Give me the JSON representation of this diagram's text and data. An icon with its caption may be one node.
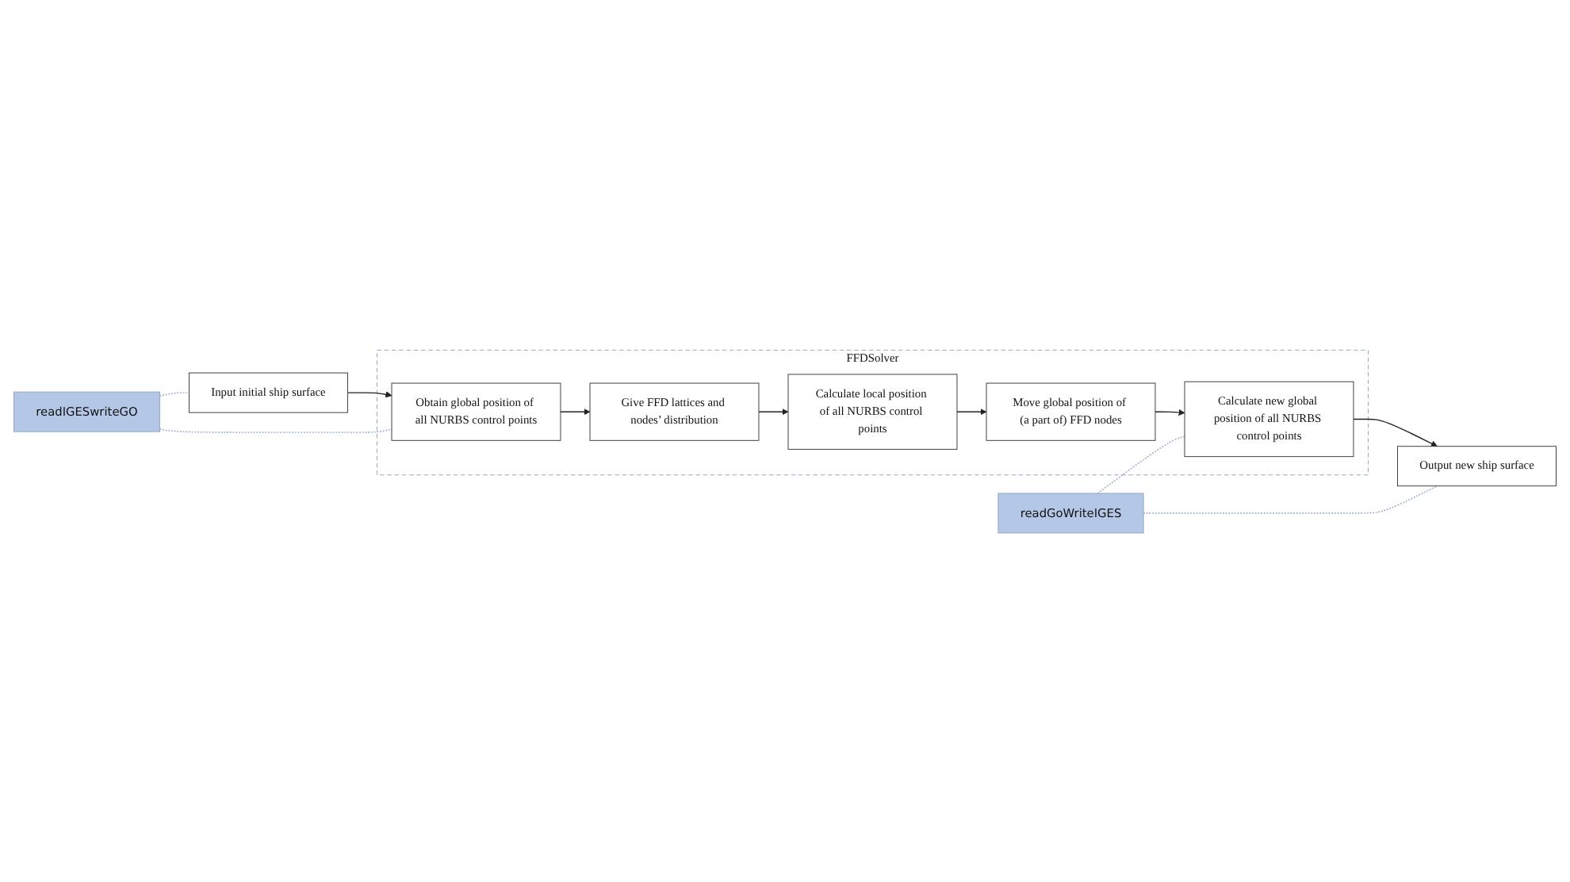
{
  "diagram": {
    "nodes": [
      {
        "text": [
          "readIGESwriteGO"
        ]
      },
      {
        "text": [
          "Input initial ship surface"
        ]
      },
      {
        "text": [
          "FFDSolver"
        ]
      },
      {
        "text": [
          "Obtain global position of all NURBS control points"
        ],
        "in": 2
      },
      {
        "text": [
          "Give FFD lattices and nodes’ distribution"
        ],
        "in": 2
      },
      {
        "text": [
          "Calculate local position of all NURBS control points"
        ],
        "in": 2
      },
      {
        "text": [
          "Move global position of (a part of) FFD nodes"
        ],
        "in": 2
      },
      {
        "text": [
          "Calculate new global position of all NURBS control points"
        ],
        "in": 2
      },
      {
        "text": [
          "Output new ship surface"
        ]
      },
      {
        "text": [
          "readGoWriteIGES"
        ]
      }
    ],
    "edges": [
      {
        "from": 1,
        "to": 3,
        "arrow": "to"
      },
      {
        "from": 3,
        "to": 4,
        "arrow": "to"
      },
      {
        "from": 4,
        "to": 5,
        "arrow": "to"
      },
      {
        "from": 5,
        "to": 6,
        "arrow": "to"
      },
      {
        "from": 6,
        "to": 7,
        "arrow": "to"
      },
      {
        "from": 7,
        "to": 8,
        "arrow": "to"
      },
      {
        "from": 0,
        "to": 1,
        "arrow": "none",
        "style": "dashed",
        "color": "#8ea3c4"
      },
      {
        "from": 0,
        "to": 3,
        "arrow": "none",
        "style": "dashed",
        "color": "#8ea3c4"
      },
      {
        "from": 9,
        "to": 8,
        "arrow": "none",
        "style": "dashed",
        "color": "#8ea3c4"
      },
      {
        "from": 9,
        "to": 7,
        "arrow": "none",
        "style": "dashed",
        "color": "#8ea3c4"
      }
    ]
  }
}
